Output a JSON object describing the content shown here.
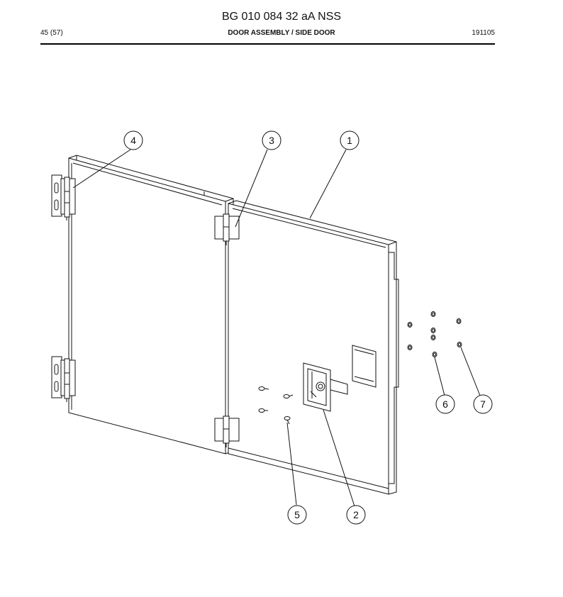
{
  "header": {
    "doc_title": "BG 010 084 32 aA NSS",
    "page": "45 (57)",
    "section": "DOOR ASSEMBLY / SIDE DOOR",
    "date": "191105"
  },
  "callouts": {
    "c1": "1",
    "c2": "2",
    "c3": "3",
    "c4": "4",
    "c5": "5",
    "c6": "6",
    "c7": "7"
  }
}
